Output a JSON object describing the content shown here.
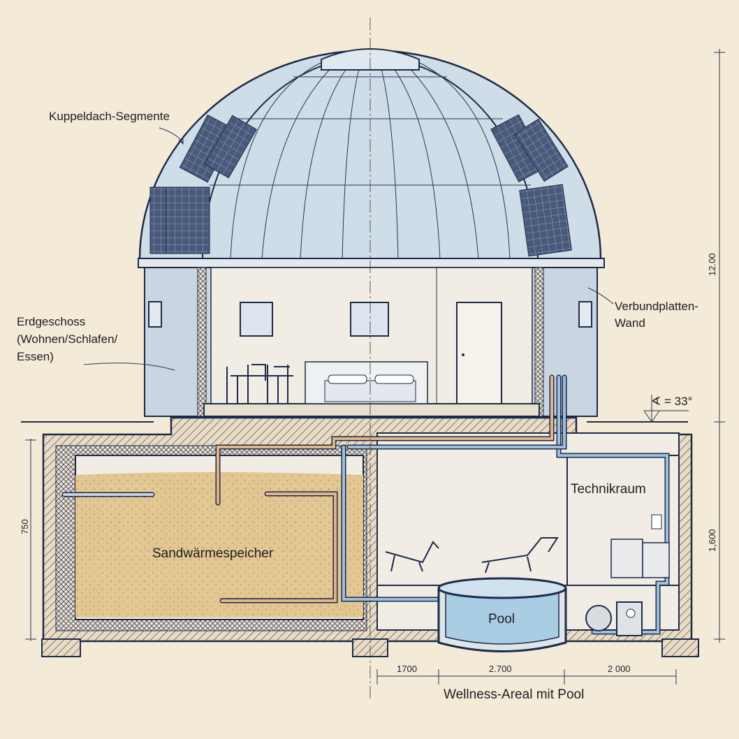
{
  "labels": {
    "dome": "Kuppeldach-Segmente",
    "ground_floor": [
      "Erdgeschoss",
      "(Wohnen/Schlafen/",
      "Essen)"
    ],
    "wall": [
      "Verbundplatten-",
      "Wand"
    ],
    "angle": "∢ = 33°",
    "tech_room": "Technikraum",
    "sand_storage": "Sandwärmespeicher",
    "pool": "Pool",
    "wellness": "Wellness-Areal mit Pool"
  },
  "dimensions": {
    "total_height": "12.00",
    "basement_height": "1,600",
    "storage_height": "750",
    "widths": [
      "1700",
      "2.700",
      "2 000"
    ]
  },
  "colors": {
    "ink": "#1d2a48",
    "paper": "#f3ead8",
    "glass": "#c9d9e6",
    "sand": "#e2c793",
    "water": "#a9cde2",
    "pipe_warm": "#d9a77a",
    "pipe_cold": "#8fb4d4"
  }
}
